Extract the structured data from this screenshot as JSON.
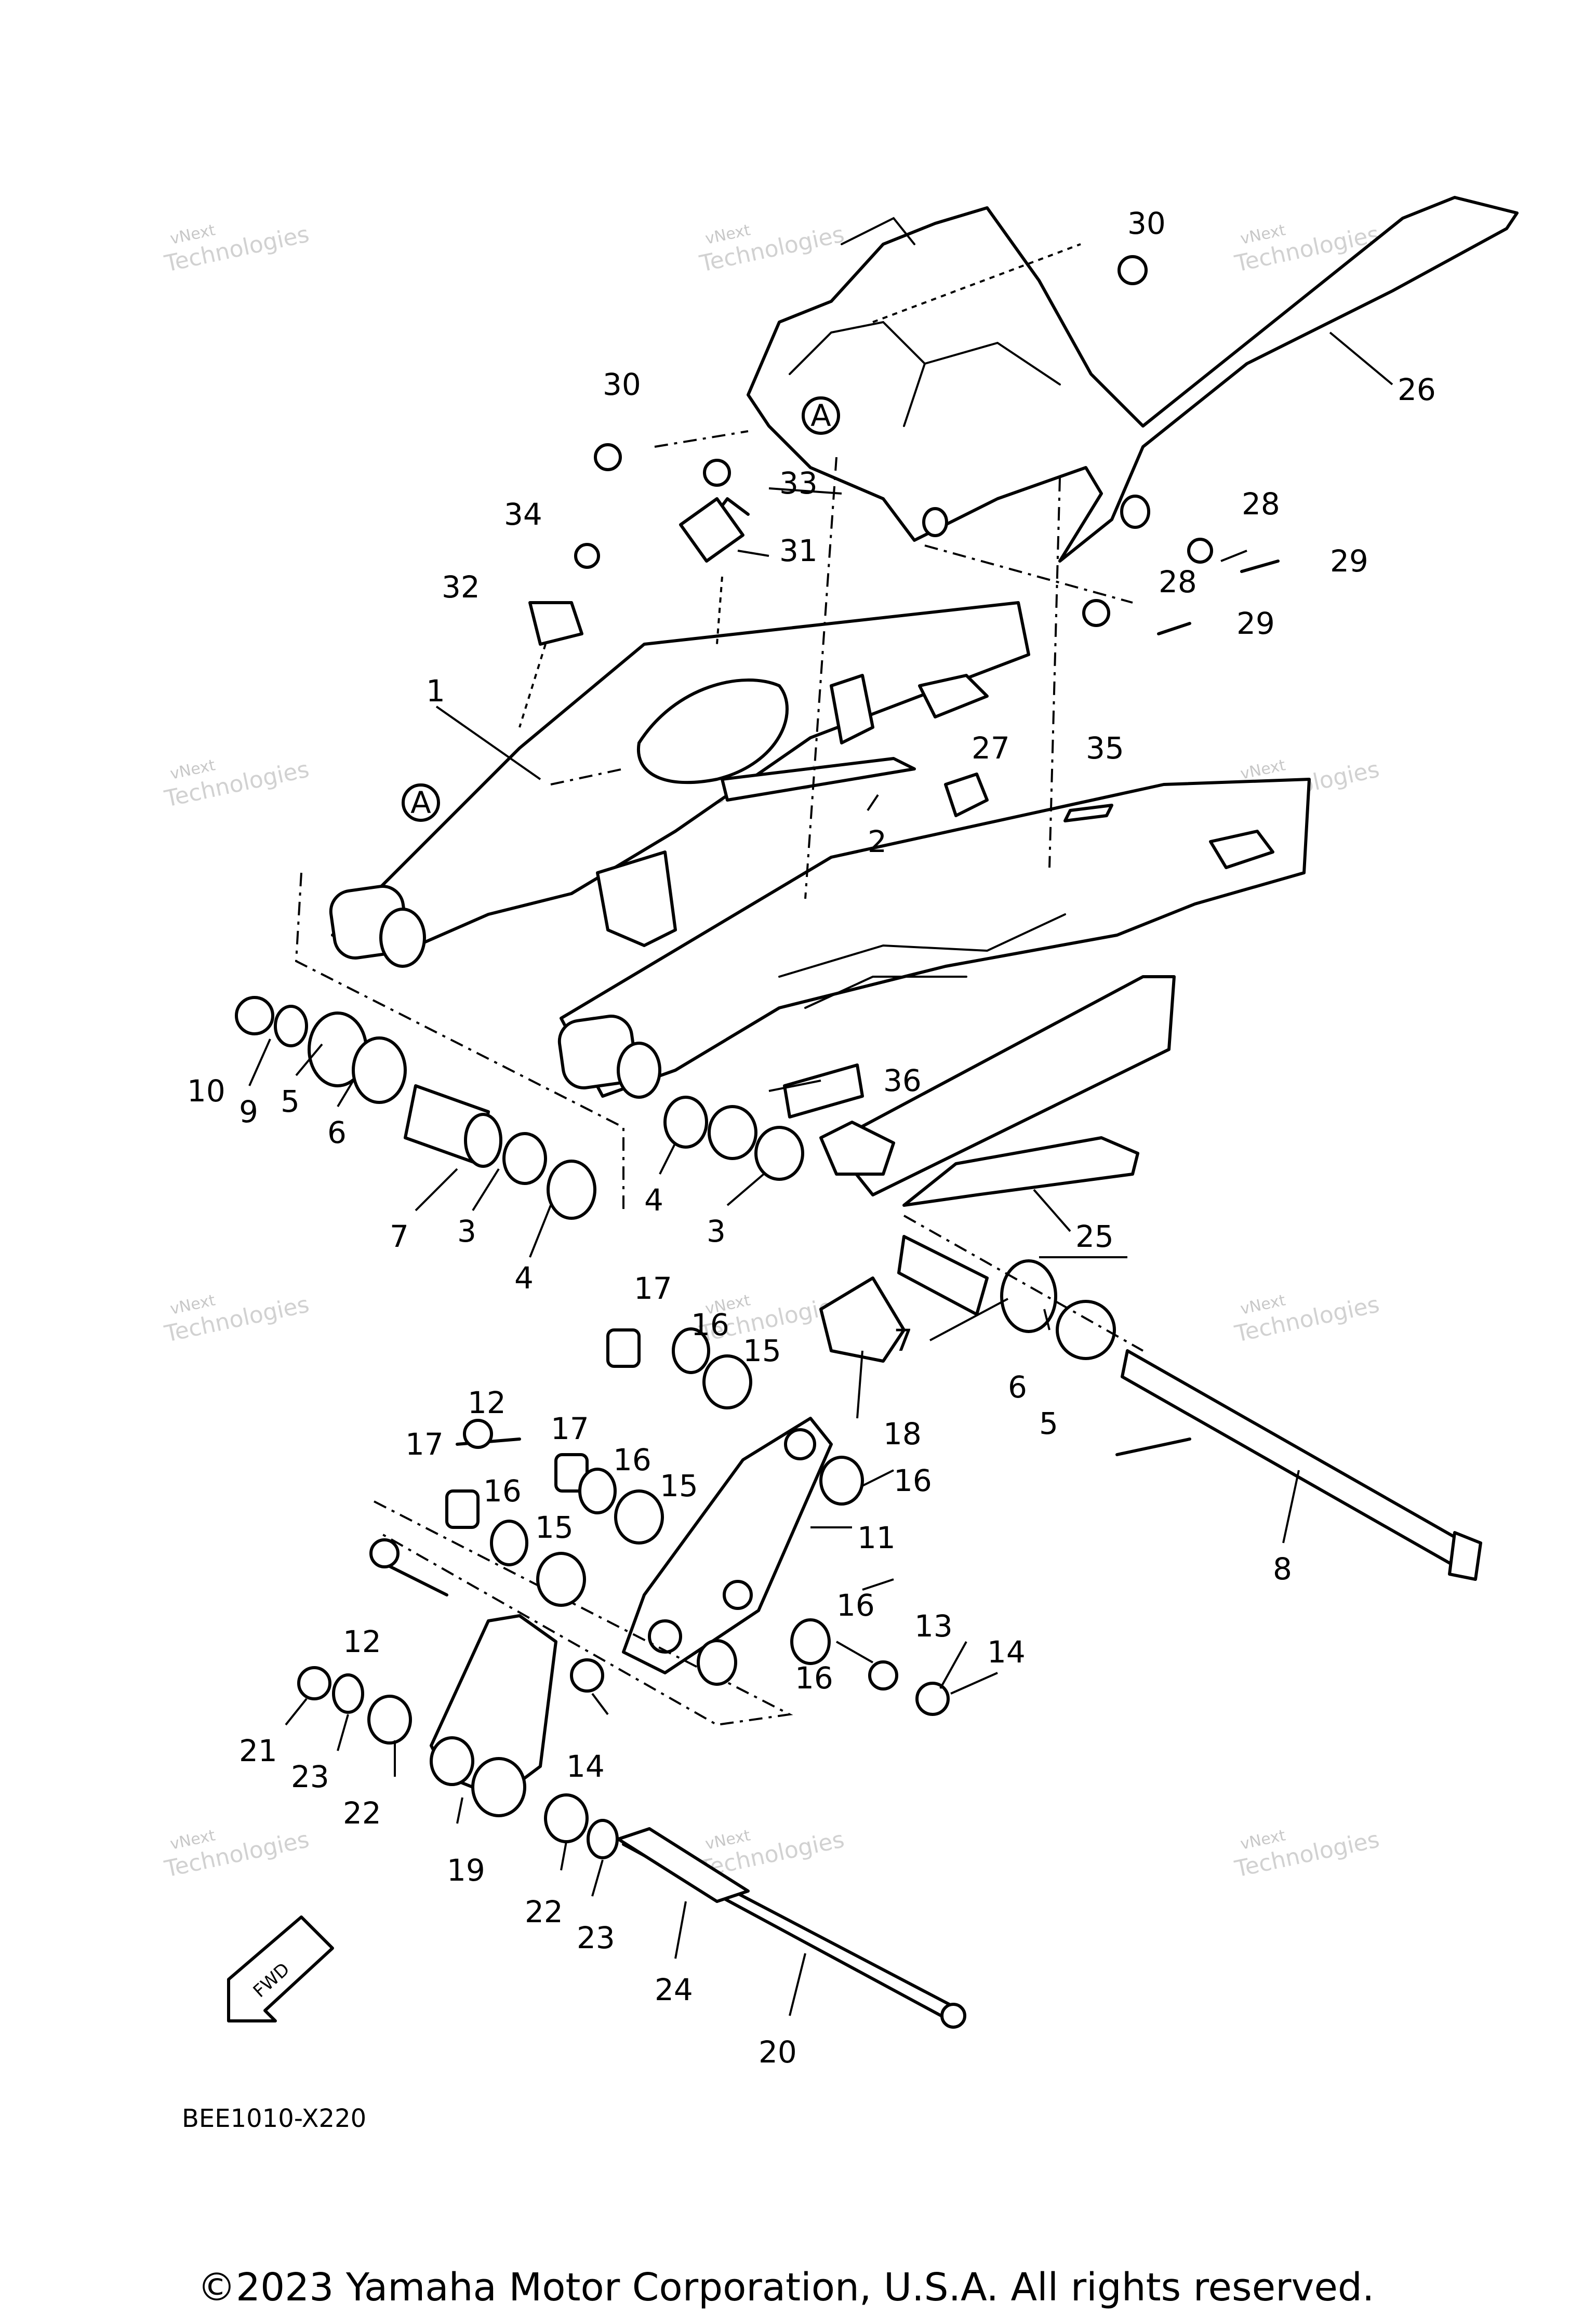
{
  "diagram": {
    "code": "BEE1010-X220",
    "copyright": "©2023 Yamaha Motor Corporation, U.S.A. All rights reserved.",
    "fwd_label": "FWD",
    "ref_marker": "A",
    "watermark_line1": "vNext",
    "watermark_line2": "Technologies"
  },
  "callouts": [
    "1",
    "2",
    "3",
    "4",
    "5",
    "6",
    "7",
    "8",
    "9",
    "10",
    "11",
    "12",
    "13",
    "14",
    "15",
    "16",
    "17",
    "18",
    "19",
    "20",
    "21",
    "22",
    "23",
    "24",
    "25",
    "26",
    "27",
    "28",
    "29",
    "30",
    "31",
    "32",
    "33",
    "34",
    "35",
    "36"
  ]
}
